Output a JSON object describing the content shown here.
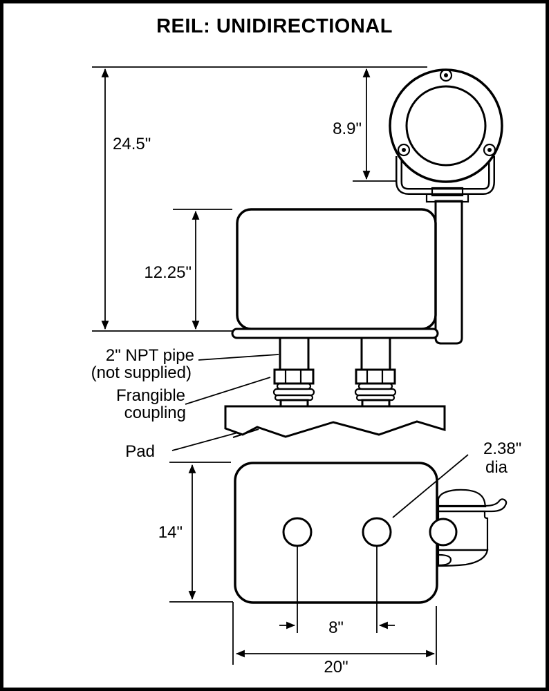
{
  "title": "REIL: UNIDIRECTIONAL",
  "colors": {
    "line": "#000000",
    "background": "#ffffff",
    "border": "#000000"
  },
  "side_view": {
    "dimensions": {
      "overall_height": "24.5\"",
      "light_head_height": "8.9\"",
      "power_supply_height": "12.25\""
    },
    "labels": {
      "npt_pipe_line1": "2\" NPT pipe",
      "npt_pipe_line2": "(not supplied)",
      "frangible_line1": "Frangible",
      "frangible_line2": "coupling",
      "pad": "Pad"
    }
  },
  "plan_view": {
    "dimensions": {
      "depth": "14\"",
      "hole_spacing": "8\"",
      "width": "20\"",
      "hole_diameter_line1": "2.38\"",
      "hole_diameter_line2": "dia"
    }
  }
}
